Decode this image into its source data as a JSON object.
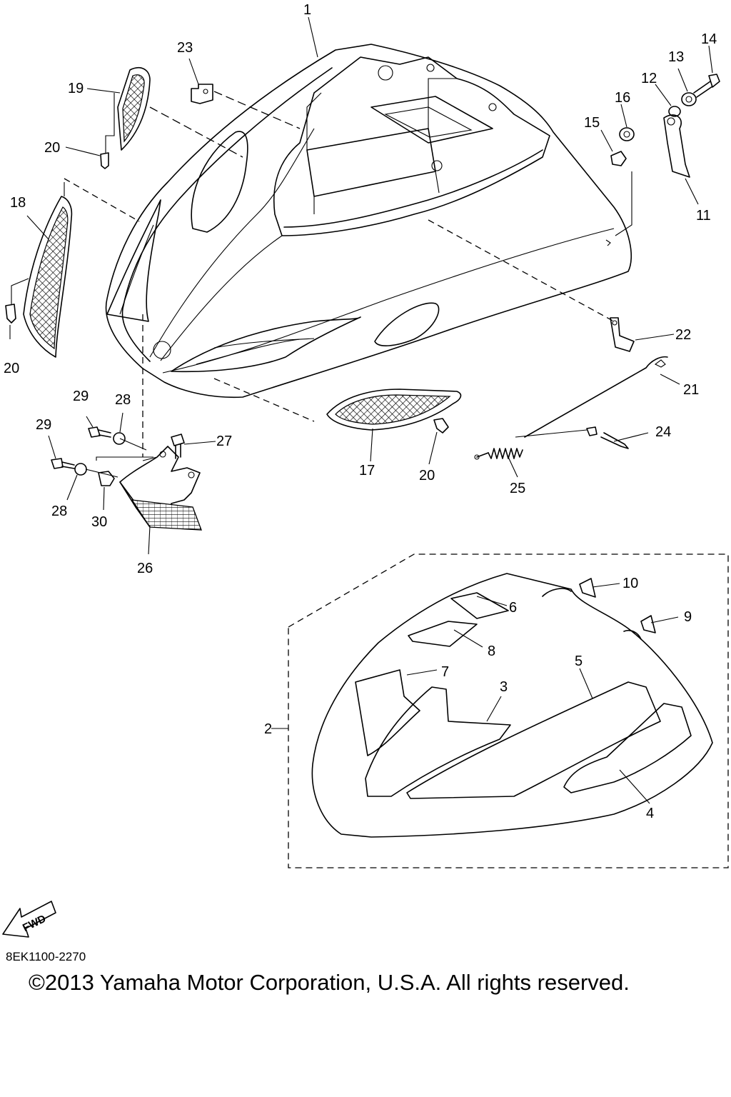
{
  "diagram": {
    "fwd_label": "FWD",
    "diagram_code": "8EK1100-2270",
    "copyright": "©2013 Yamaha Motor Corporation, U.S.A. All rights reserved.",
    "labels": [
      {
        "id": "p1",
        "text": "1"
      },
      {
        "id": "p2",
        "text": "2"
      },
      {
        "id": "p3",
        "text": "3"
      },
      {
        "id": "p4",
        "text": "4"
      },
      {
        "id": "p5",
        "text": "5"
      },
      {
        "id": "p6",
        "text": "6"
      },
      {
        "id": "p7",
        "text": "7"
      },
      {
        "id": "p8",
        "text": "8"
      },
      {
        "id": "p9",
        "text": "9"
      },
      {
        "id": "p10",
        "text": "10"
      },
      {
        "id": "p11",
        "text": "11"
      },
      {
        "id": "p12",
        "text": "12"
      },
      {
        "id": "p13",
        "text": "13"
      },
      {
        "id": "p14",
        "text": "14"
      },
      {
        "id": "p15",
        "text": "15"
      },
      {
        "id": "p16",
        "text": "16"
      },
      {
        "id": "p17",
        "text": "17"
      },
      {
        "id": "p18",
        "text": "18"
      },
      {
        "id": "p19",
        "text": "19"
      },
      {
        "id": "p20a",
        "text": "20"
      },
      {
        "id": "p20b",
        "text": "20"
      },
      {
        "id": "p20c",
        "text": "20"
      },
      {
        "id": "p21",
        "text": "21"
      },
      {
        "id": "p22",
        "text": "22"
      },
      {
        "id": "p23",
        "text": "23"
      },
      {
        "id": "p24",
        "text": "24"
      },
      {
        "id": "p25",
        "text": "25"
      },
      {
        "id": "p26",
        "text": "26"
      },
      {
        "id": "p27",
        "text": "27"
      },
      {
        "id": "p28a",
        "text": "28"
      },
      {
        "id": "p28b",
        "text": "28"
      },
      {
        "id": "p29a",
        "text": "29"
      },
      {
        "id": "p29b",
        "text": "29"
      },
      {
        "id": "p30",
        "text": "30"
      }
    ]
  }
}
